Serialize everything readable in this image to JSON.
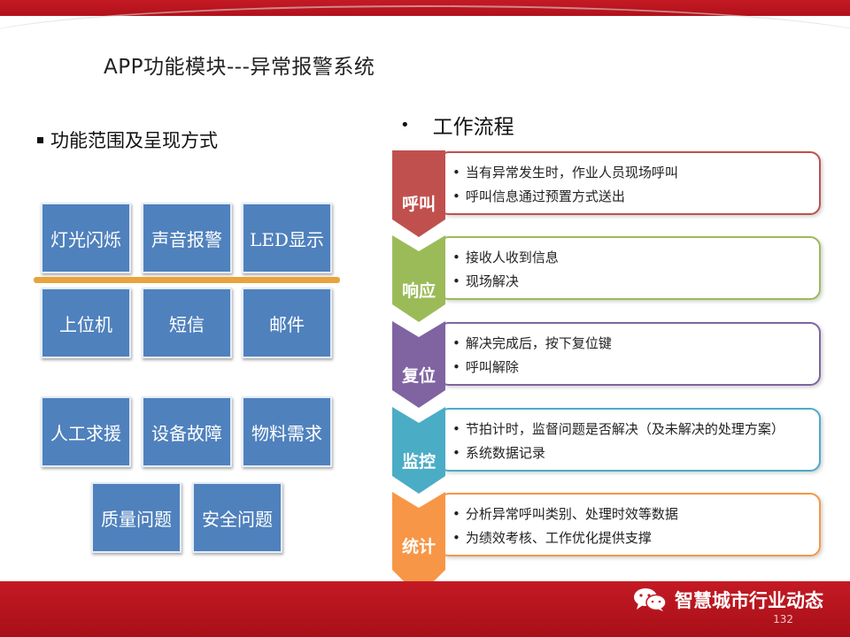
{
  "title": "APP功能模块---异常报警系统",
  "left_heading": "功能范围及呈现方式",
  "right_heading": "工作流程",
  "tiles_top": [
    "灯光闪烁",
    "声音报警",
    "LED显示"
  ],
  "tiles_mid": [
    "上位机",
    "短信",
    "邮件"
  ],
  "tiles_low": [
    "人工求援",
    "设备故障",
    "物料需求"
  ],
  "tiles_bottom": [
    "质量问题",
    "安全问题"
  ],
  "steps": [
    {
      "label": "呼叫",
      "color": "#c0504d",
      "lines": [
        "当有异常发生时，作业人员现场呼叫",
        "呼叫信息通过预置方式送出"
      ]
    },
    {
      "label": "响应",
      "color": "#9bbb59",
      "lines": [
        "接收人收到信息",
        "现场解决"
      ]
    },
    {
      "label": "复位",
      "color": "#8064a2",
      "lines": [
        "解决完成后，按下复位键",
        "呼叫解除"
      ]
    },
    {
      "label": "监控",
      "color": "#4bacc6",
      "lines": [
        "节拍计时，监督问题是否解决（及未解决的处理方案）",
        "系统数据记录"
      ]
    },
    {
      "label": "统计",
      "color": "#f79646",
      "lines": [
        "分析异常呼叫类别、处理时效等数据",
        "为绩效考核、工作优化提供支撑"
      ]
    }
  ],
  "bullet_char": "•",
  "brand": "智慧城市行业动态",
  "page_number": "132",
  "colors": {
    "band": "#c41a24",
    "tile": "#4f81bd",
    "divider": "#e9a33d"
  }
}
